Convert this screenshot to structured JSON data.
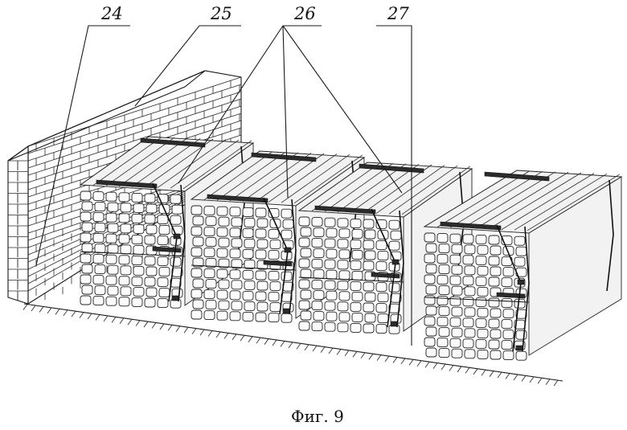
{
  "figure": {
    "caption": "Фиг. 9",
    "labels": [
      {
        "id": "ref-24",
        "text": "24"
      },
      {
        "id": "ref-25",
        "text": "25"
      },
      {
        "id": "ref-26",
        "text": "26"
      },
      {
        "id": "ref-27",
        "text": "27"
      }
    ]
  }
}
